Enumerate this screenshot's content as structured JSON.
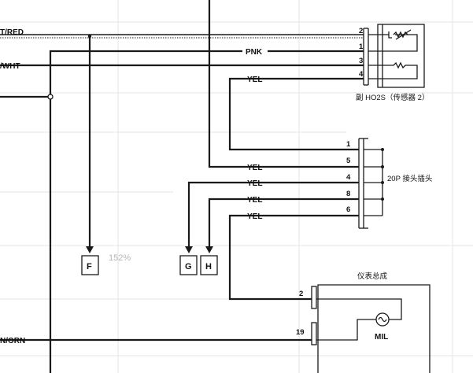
{
  "wires": {
    "wht_red": "T/RED",
    "blu_wht": "/WHT",
    "brn_orn": "N/ORN",
    "pnk": "PNK",
    "yel_ho2s_pin4": "YEL",
    "yel_pin4": "YEL",
    "yel_pin5": "YEL",
    "yel_pin8": "YEL",
    "yel_pin6": "YEL"
  },
  "ho2s": {
    "pins": [
      "2",
      "1",
      "3",
      "4"
    ],
    "caption": "副 HO2S（传感器 2）"
  },
  "connector_20p": {
    "pins": [
      "1",
      "5",
      "4",
      "8",
      "6"
    ],
    "caption": "20P 接头插头"
  },
  "terminals": {
    "f": "F",
    "g": "G",
    "h": "H"
  },
  "instrument_panel": {
    "title": "仪表总成",
    "pins": [
      "2",
      "19"
    ],
    "mil_label": "MIL"
  },
  "zoom_level": "152%"
}
